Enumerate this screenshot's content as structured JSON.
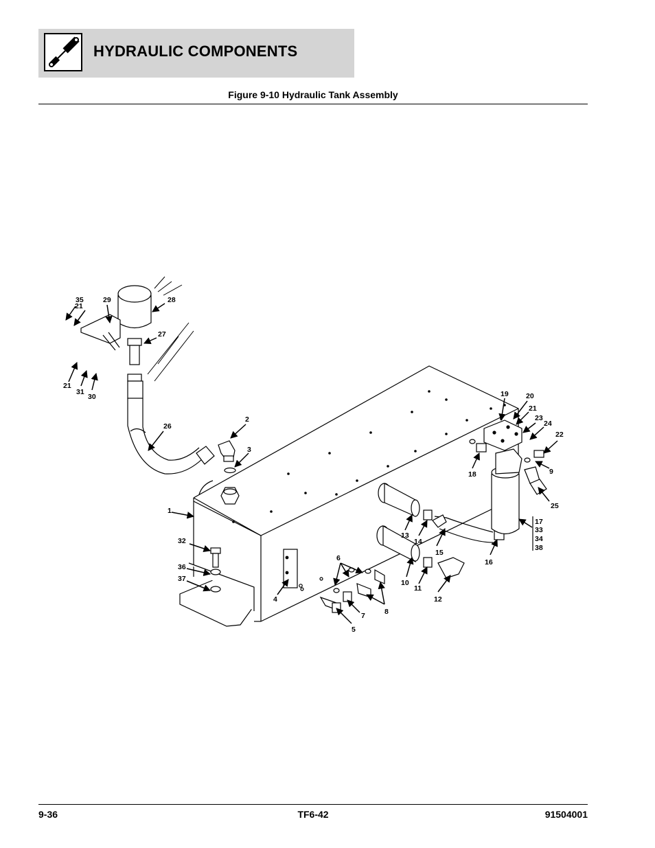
{
  "header": {
    "title": "HYDRAULIC COMPONENTS",
    "icon": "hydraulic-cylinder-icon"
  },
  "figure": {
    "title": "Figure 9-10 Hydraulic Tank Assembly",
    "callouts": [
      {
        "id": "1",
        "label": "1"
      },
      {
        "id": "2",
        "label": "2"
      },
      {
        "id": "3",
        "label": "3"
      },
      {
        "id": "4",
        "label": "4"
      },
      {
        "id": "5",
        "label": "5"
      },
      {
        "id": "6",
        "label": "6"
      },
      {
        "id": "7",
        "label": "7"
      },
      {
        "id": "8",
        "label": "8"
      },
      {
        "id": "9",
        "label": "9"
      },
      {
        "id": "10",
        "label": "10"
      },
      {
        "id": "11",
        "label": "11"
      },
      {
        "id": "12",
        "label": "12"
      },
      {
        "id": "13",
        "label": "13"
      },
      {
        "id": "14",
        "label": "14"
      },
      {
        "id": "15",
        "label": "15"
      },
      {
        "id": "16",
        "label": "16"
      },
      {
        "id": "17",
        "label": "17"
      },
      {
        "id": "18",
        "label": "18"
      },
      {
        "id": "19",
        "label": "19"
      },
      {
        "id": "20",
        "label": "20"
      },
      {
        "id": "21a",
        "label": "21"
      },
      {
        "id": "21b",
        "label": "21"
      },
      {
        "id": "21c",
        "label": "21"
      },
      {
        "id": "22",
        "label": "22"
      },
      {
        "id": "23",
        "label": "23"
      },
      {
        "id": "24",
        "label": "24"
      },
      {
        "id": "25",
        "label": "25"
      },
      {
        "id": "26",
        "label": "26"
      },
      {
        "id": "27",
        "label": "27"
      },
      {
        "id": "28",
        "label": "28"
      },
      {
        "id": "29",
        "label": "29"
      },
      {
        "id": "30",
        "label": "30"
      },
      {
        "id": "31",
        "label": "31"
      },
      {
        "id": "32",
        "label": "32"
      },
      {
        "id": "33",
        "label": "33"
      },
      {
        "id": "34",
        "label": "34"
      },
      {
        "id": "35",
        "label": "35"
      },
      {
        "id": "36",
        "label": "36"
      },
      {
        "id": "37",
        "label": "37"
      },
      {
        "id": "38",
        "label": "38"
      }
    ]
  },
  "footer": {
    "page_number": "9-36",
    "model": "TF6-42",
    "part_number": "91504001"
  }
}
